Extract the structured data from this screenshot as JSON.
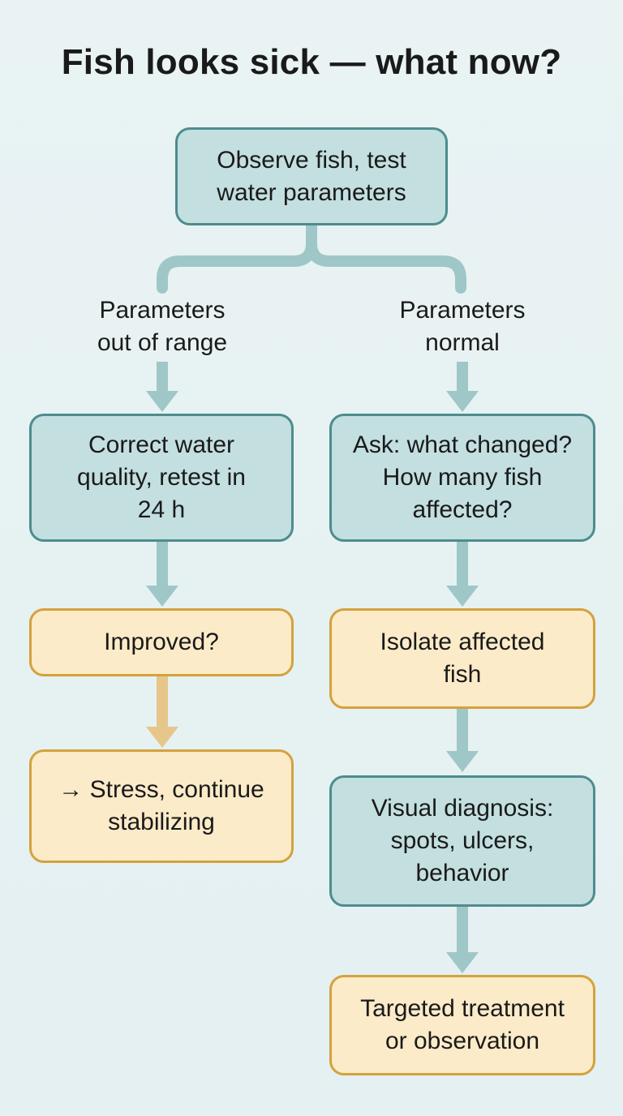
{
  "title": "Fish looks sick — what now?",
  "start": "Observe fish, test\nwater parameters",
  "branches": {
    "left_label": "Parameters\nout of range",
    "right_label": "Parameters\nnormal"
  },
  "left": {
    "step1": "Correct water\nquality, retest in\n24 h",
    "step2": "Improved?",
    "step3": "→ Stress, continue\nstabilizing"
  },
  "right": {
    "step1": "Ask: what changed?\nHow many fish\naffected?",
    "step2": "Isolate affected\nfish",
    "step3": "Visual diagnosis:\nspots, ulcers,\nbehavior",
    "step4": "Targeted treatment\nor observation"
  },
  "colors": {
    "question_fill": "#c3dfe0",
    "question_border": "#4e8c8e",
    "action_fill": "#fcebc8",
    "action_border": "#d3a23e",
    "connector_teal": "#9fc7c8",
    "connector_gold": "#e6c68a"
  }
}
